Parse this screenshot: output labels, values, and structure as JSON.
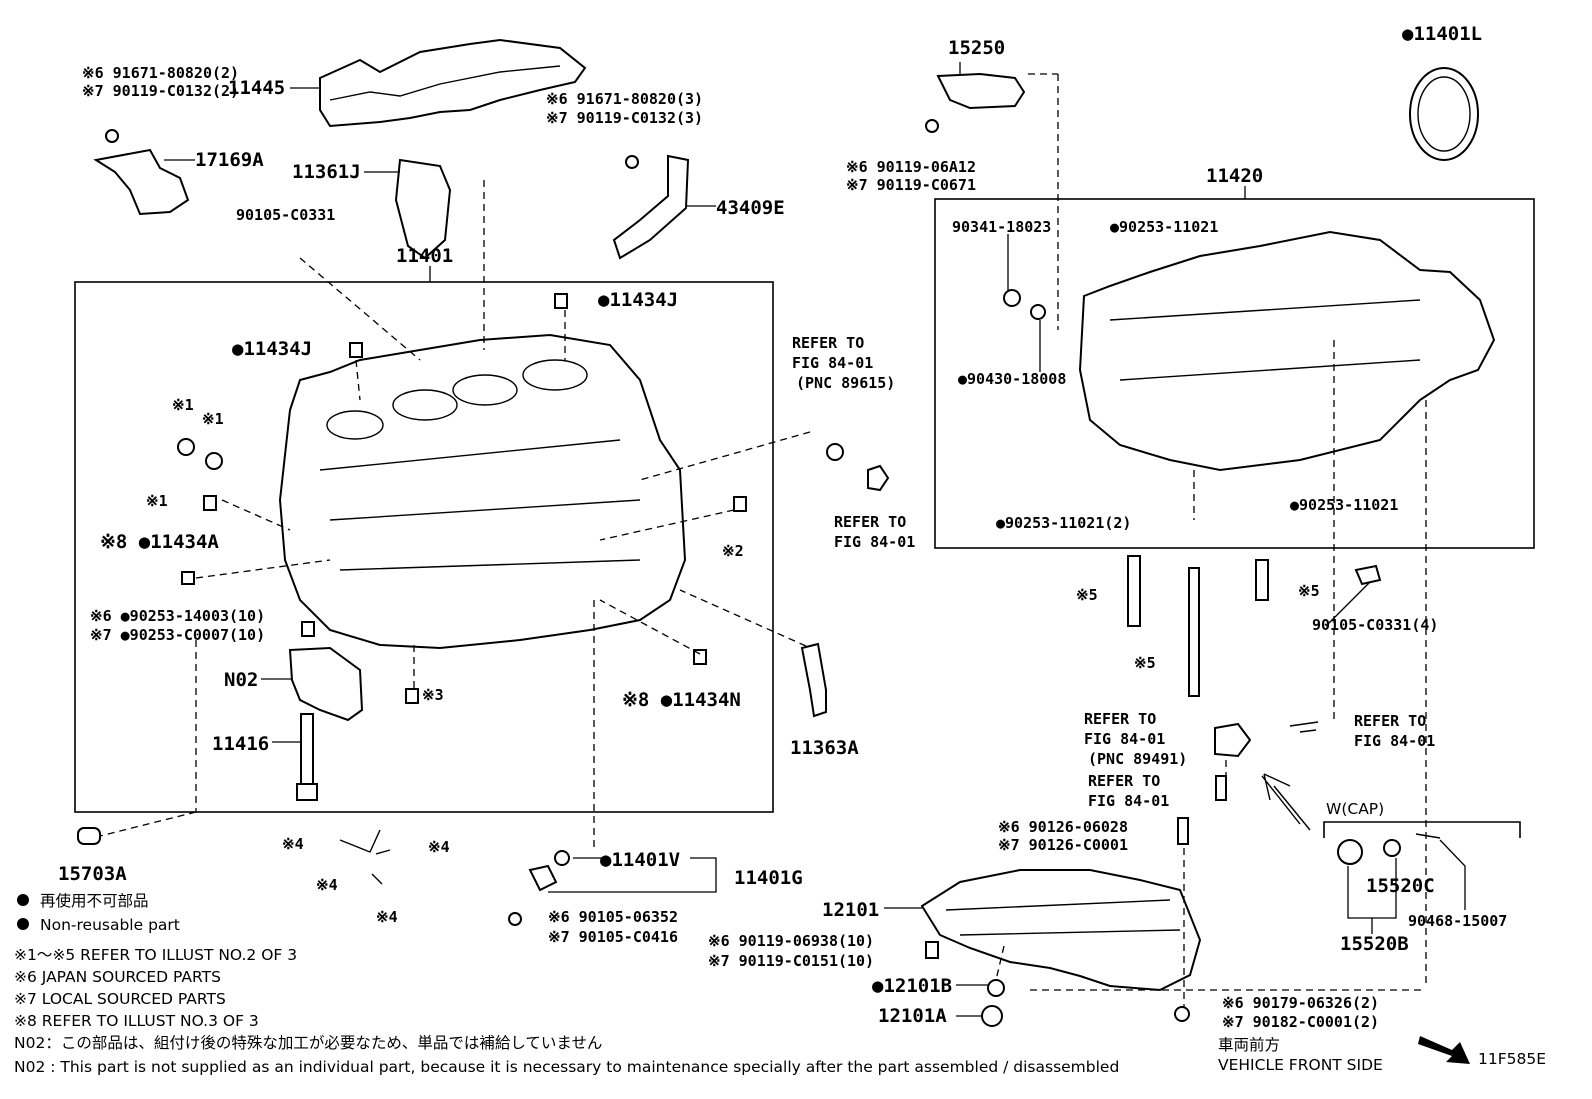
{
  "labels": {
    "p11445": "11445",
    "p17169A": "17169A",
    "p11361J": "11361J",
    "p43409E": "43409E",
    "p15250": "15250",
    "p11401L": "●11401L",
    "p11420": "11420",
    "p11401": "11401",
    "p90105_c0331_top": "90105-C0331",
    "p11434J_a": "●11434J",
    "p11434J_b": "●11434J",
    "p11434A": "※8 ●11434A",
    "p90341": "90341-18023",
    "p90253_top": "●90253-11021",
    "p90430": "●90430-18008",
    "p90253_right": "●90253-11021",
    "p90253_2": "●90253-11021(2)",
    "p90105_c0331_4": "90105-C0331(4)",
    "p90253_14003": "※6 ●90253-14003(10)",
    "p90253_c0007": "※7 ●90253-C0007(10)",
    "pN02": "N02",
    "p11416": "11416",
    "p11434N": "※8 ●11434N",
    "p11363A": "11363A",
    "p15703A": "15703A",
    "p11401V": "●11401V",
    "p11401G": "11401G",
    "p12101": "12101",
    "p12101B": "●12101B",
    "p12101A": "12101A",
    "p15520C": "15520C",
    "p15520B": "15520B",
    "p90468": "90468-15007",
    "wcap": "W(CAP)",
    "p90126_06028": "※6 90126-06028",
    "p90126_c0001": "※7 90126-C0001",
    "p90119_06938": "※6 90119-06938(10)",
    "p90119_c0151": "※7 90119-C0151(10)",
    "p90179": "※6 90179-06326(2)",
    "p90182": "※7 90182-C0001(2)",
    "p90105_06352": "※6 90105-06352",
    "p90105_c0416": "※7 90105-C0416",
    "p90119_06a12": "※6 90119-06A12",
    "p90119_c0671": "※7 90119-C0671",
    "p91671_2": "※6 91671-80820(2)",
    "p90119_c0132_2": "※7 90119-C0132(2)",
    "p91671_3": "※6 91671-80820(3)",
    "p90119_c0132_3": "※7 90119-C0132(3)",
    "star1a": "※1",
    "star1b": "※1",
    "star1c": "※1",
    "star2": "※2",
    "star3": "※3",
    "star4a": "※4",
    "star4b": "※4",
    "star4c": "※4",
    "star4d": "※4",
    "star5a": "※5",
    "star5b": "※5",
    "star5c": "※5"
  },
  "refers": {
    "r1_l1": "REFER TO",
    "r1_l2": "FIG 84-01",
    "r1_l3": "(PNC 89615)",
    "r2_l1": "REFER TO",
    "r2_l2": "FIG 84-01",
    "r3_l1": "REFER TO",
    "r3_l2": "FIG 84-01",
    "r3_l3": "(PNC 89491)",
    "r4_l1": "REFER TO",
    "r4_l2": "FIG 84-01",
    "r5_l1": "REFER TO",
    "r5_l2": "FIG 84-01"
  },
  "legend": {
    "jp_non_reusable": "再使用不可部品",
    "non_reusable": "Non-reusable part",
    "note1": "※1～※5 REFER TO ILLUST NO.2 OF 3",
    "note6": "※6 JAPAN SOURCED PARTS",
    "note7": "※7 LOCAL SOURCED PARTS",
    "note8": "※8 REFER TO ILLUST NO.3 OF 3",
    "n02_jp": "N02：この部品は、組付け後の特殊な加工が必要なため、単品では補給していません",
    "n02_en": "N02 : This part is not supplied as an individual part, because it is necessary to maintenance specially after the part assembled / disassembled"
  },
  "vehicle": {
    "jp": "車両前方",
    "en": "VEHICLE FRONT SIDE"
  },
  "illust_code": "11F585E"
}
